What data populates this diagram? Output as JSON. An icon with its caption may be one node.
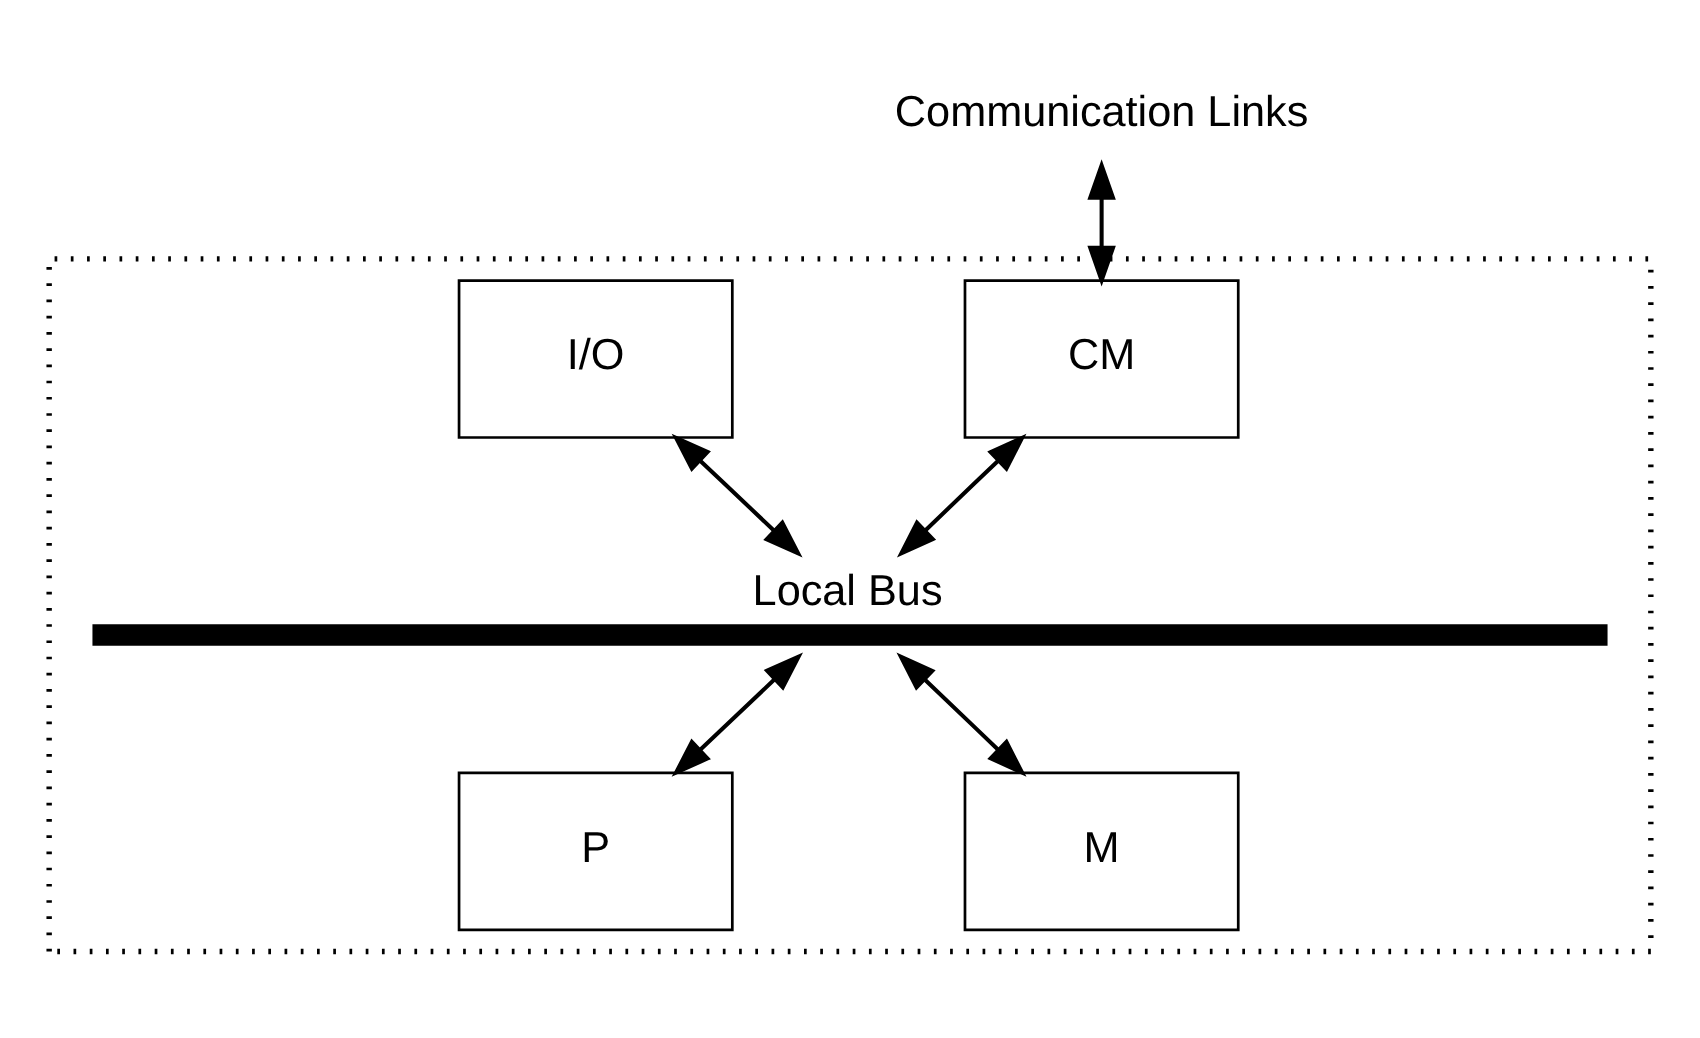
{
  "diagram": {
    "nodes": [
      {
        "text": [],
        "shape": "box"
      },
      {
        "text": [
          "Communication Links"
        ]
      },
      {
        "text": [
          "CM"
        ],
        "in": 0
      },
      {
        "text": [
          "I/O"
        ],
        "in": 0
      },
      {
        "text": [
          "Local Bus"
        ],
        "in": 0
      },
      {
        "text": [
          "P"
        ],
        "in": 0
      },
      {
        "text": [
          "M"
        ],
        "in": 0
      }
    ],
    "edges": [
      {
        "from": 1,
        "to": 2,
        "arrow": "both"
      },
      {
        "from": 2,
        "to": 4,
        "arrow": "both"
      },
      {
        "from": 3,
        "to": 4,
        "arrow": "both"
      },
      {
        "from": 4,
        "to": 5,
        "arrow": "both"
      },
      {
        "from": 4,
        "to": 6,
        "arrow": "both"
      }
    ]
  }
}
